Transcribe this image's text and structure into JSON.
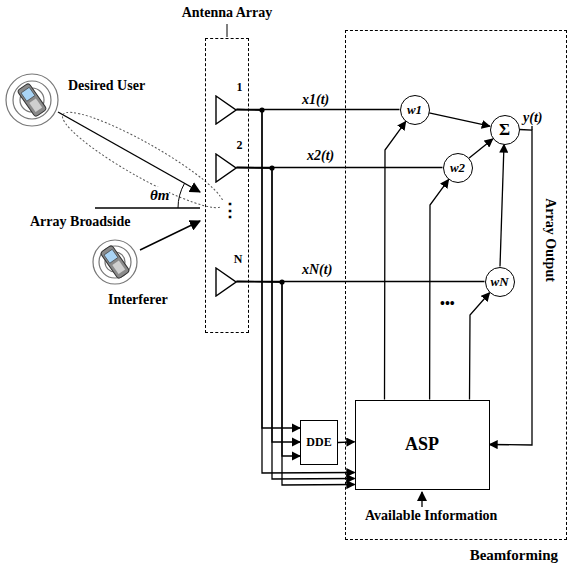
{
  "diagram": {
    "nodes": [
      {
        "text": [
          "Antenna Array"
        ]
      },
      {
        "text": [
          "1"
        ],
        "in": 0
      },
      {
        "text": [
          "2"
        ],
        "in": 0
      },
      {
        "text": [
          "N"
        ],
        "in": 0
      },
      {
        "text": [
          "Beamforming"
        ]
      },
      {
        "text": [
          "w1"
        ],
        "in": 4
      },
      {
        "text": [
          "w2"
        ],
        "in": 4
      },
      {
        "text": [
          "wN"
        ],
        "in": 4
      },
      {
        "text": [
          "Σ"
        ],
        "in": 4
      },
      {
        "text": [
          "ASP"
        ],
        "in": 4
      },
      {
        "text": [
          "DDE"
        ]
      }
    ],
    "edges": [
      {
        "from": 1,
        "to": 5,
        "arrow": "none",
        "label": "x1(t)"
      },
      {
        "from": 2,
        "to": 6,
        "arrow": "none",
        "label": "x2(t)"
      },
      {
        "from": 3,
        "to": 7,
        "arrow": "none",
        "label": "xN(t)"
      },
      {
        "from": 5,
        "to": 8,
        "arrow": "to"
      },
      {
        "from": 6,
        "to": 8,
        "arrow": "to"
      },
      {
        "from": 7,
        "to": 8,
        "arrow": "to"
      },
      {
        "from": 8,
        "to": 9,
        "arrow": "to"
      },
      {
        "from": 1,
        "to": 10,
        "arrow": "to"
      },
      {
        "from": 2,
        "to": 10,
        "arrow": "to"
      },
      {
        "from": 3,
        "to": 10,
        "arrow": "to"
      },
      {
        "from": 1,
        "to": 9,
        "arrow": "to"
      },
      {
        "from": 2,
        "to": 9,
        "arrow": "to"
      },
      {
        "from": 3,
        "to": 9,
        "arrow": "to"
      },
      {
        "from": 10,
        "to": 9,
        "arrow": "to"
      },
      {
        "from": 9,
        "to": 5,
        "arrow": "to"
      },
      {
        "from": 9,
        "to": 6,
        "arrow": "to"
      },
      {
        "from": 9,
        "to": 7,
        "arrow": "to"
      }
    ],
    "labels": [
      "Desired User",
      "Array Broadside",
      "θm",
      "Interferer",
      "⋮",
      "y(t)",
      "Array Output",
      "•••",
      "Available Information"
    ]
  }
}
